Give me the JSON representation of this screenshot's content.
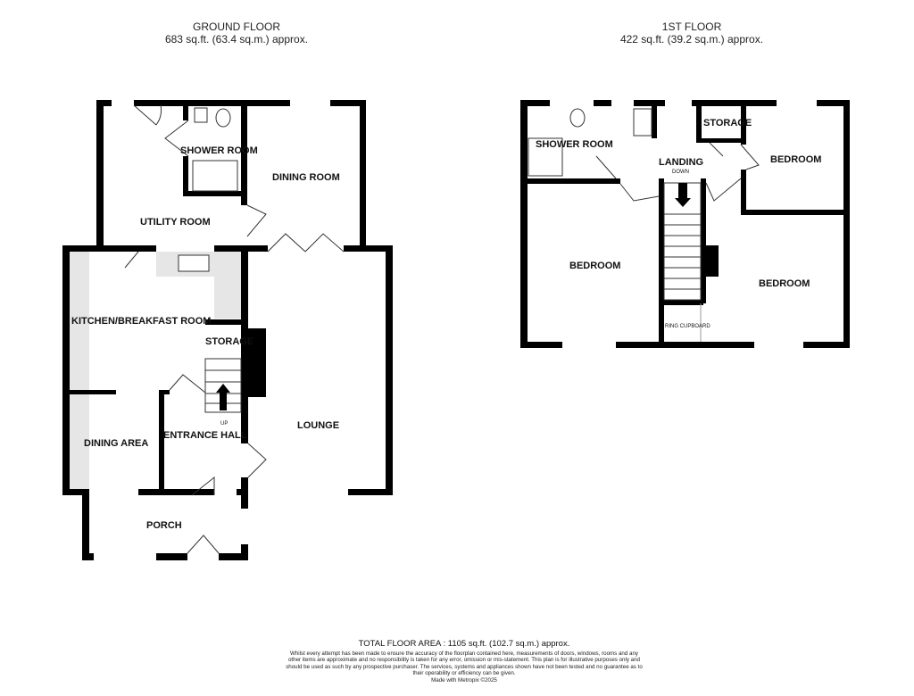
{
  "ground_floor": {
    "title": "GROUND FLOOR",
    "area": "683 sq.ft. (63.4 sq.m.) approx.",
    "rooms": {
      "shower_room": "SHOWER ROOM",
      "dining_room": "DINING ROOM",
      "utility_room": "UTILITY ROOM",
      "kitchen": "KITCHEN/BREAKFAST ROOM",
      "storage": "STORAGE",
      "dining_area": "DINING AREA",
      "entrance_hall": "ENTRANCE HALL",
      "lounge": "LOUNGE",
      "porch": "PORCH",
      "stairs_up": "UP"
    }
  },
  "first_floor": {
    "title": "1ST FLOOR",
    "area": "422 sq.ft. (39.2 sq.m.) approx.",
    "rooms": {
      "shower_room": "SHOWER ROOM",
      "landing": "LANDING",
      "stairs_down": "DOWN",
      "storage": "STORAGE",
      "bedroom_1": "BEDROOM",
      "bedroom_2": "BEDROOM",
      "bedroom_3": "BEDROOM",
      "airing_cupboard": "RING CUPBOARD"
    }
  },
  "footer": {
    "total": "TOTAL FLOOR AREA : 1105 sq.ft. (102.7 sq.m.) approx.",
    "disclaimer": "Whilst every attempt has been made to ensure the accuracy of the floorplan contained here, measurements of doors, windows, rooms and any other items are approximate and no responsibility is taken for any error, omission or mis-statement. This plan is for illustrative purposes only and should be used as such by any prospective purchaser. The services, systems and appliances shown have not been tested and no guarantee as to their operability or efficiency can be given.",
    "credit": "Made with Metropix ©2025"
  },
  "colors": {
    "wall": "#000000",
    "worktop": "#e6e6e6"
  }
}
